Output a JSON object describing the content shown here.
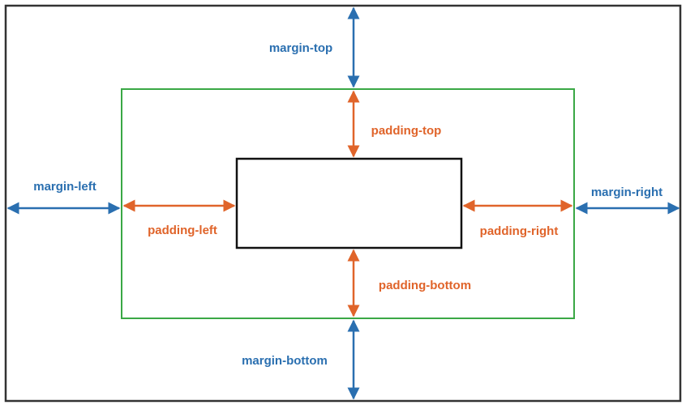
{
  "colors": {
    "margin": "#2a6fb0",
    "padding": "#e0642a",
    "border": "#3aa845",
    "outline": "#333333",
    "content": "#111111",
    "background": "#ffffff"
  },
  "labels": {
    "margin_top": "margin-top",
    "margin_left": "margin-left",
    "margin_right": "margin-right",
    "margin_bottom": "margin-bottom",
    "padding_top": "padding-top",
    "padding_left": "padding-left",
    "padding_right": "padding-right",
    "padding_bottom": "padding-bottom"
  }
}
